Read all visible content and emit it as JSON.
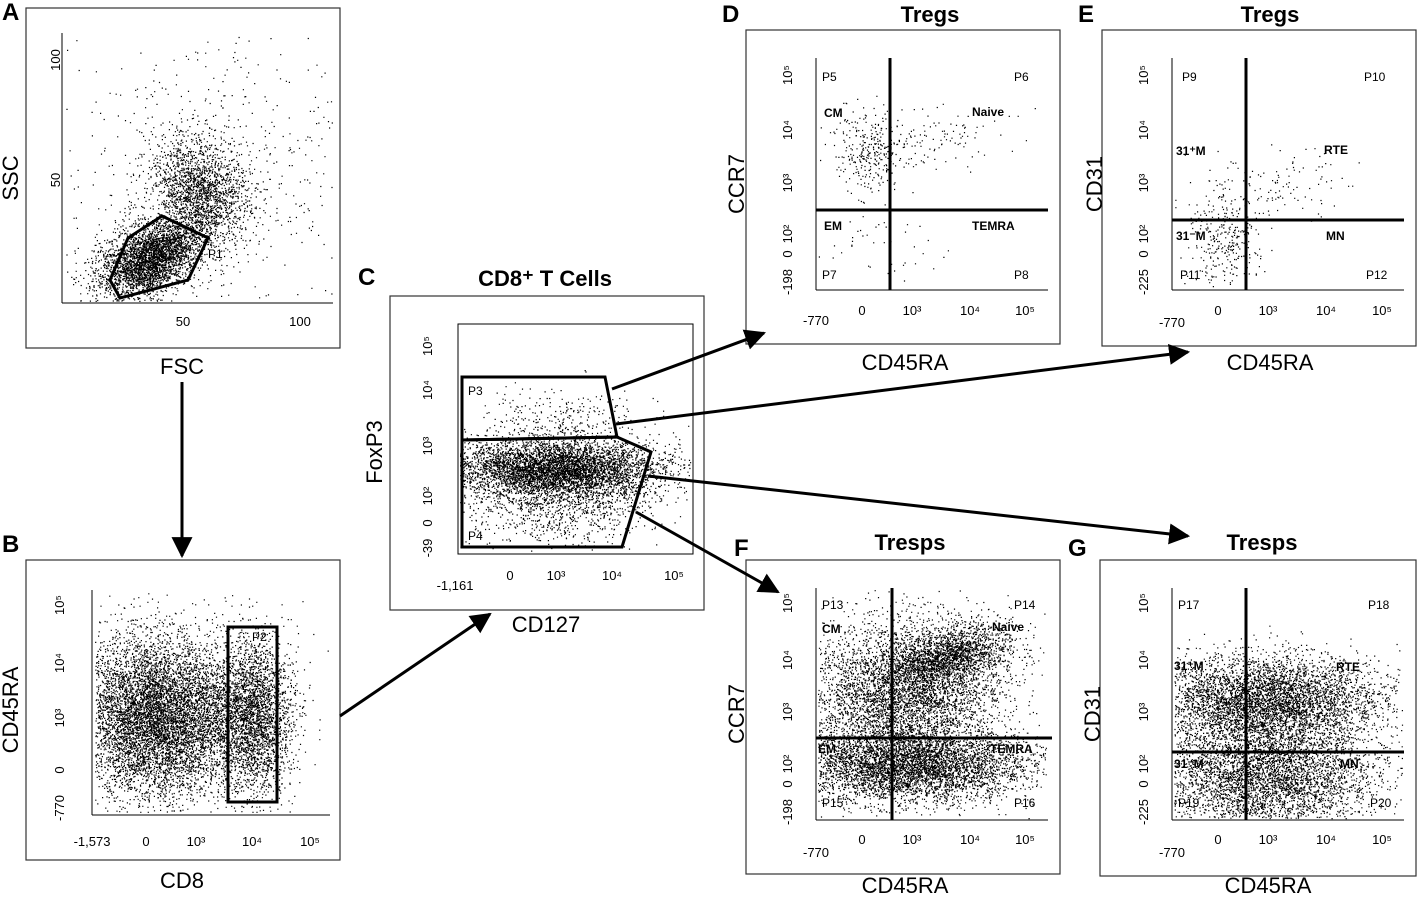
{
  "panels": {
    "A": {
      "letter": "A",
      "xlabel": "FSC",
      "ylabel": "SSC",
      "gate": "P1",
      "xticks": [
        "50",
        "100"
      ],
      "yticks": [
        "100",
        "50"
      ]
    },
    "B": {
      "letter": "B",
      "xlabel": "CD8",
      "ylabel": "CD45RA",
      "gate": "P2",
      "xticks": [
        "-1,573",
        "0",
        "10³",
        "10⁴",
        "10⁵"
      ],
      "yticks": [
        "10⁵",
        "10⁴",
        "10³",
        "0",
        "-770"
      ]
    },
    "C": {
      "letter": "C",
      "title": "CD8⁺ T Cells",
      "xlabel": "CD127",
      "ylabel": "FoxP3",
      "gates": [
        "P3",
        "P4"
      ],
      "xticks": [
        "-1,161",
        "0",
        "10³",
        "10⁴",
        "10⁵"
      ],
      "yticks": [
        "10⁵",
        "10⁴",
        "10³",
        "10²",
        "0",
        "-39"
      ]
    },
    "D": {
      "letter": "D",
      "title": "Tregs",
      "xlabel": "CD45RA",
      "ylabel": "CCR7",
      "quadrants": [
        "P5",
        "P6",
        "P7",
        "P8"
      ],
      "populations": [
        "CM",
        "Naive",
        "EM",
        "TEMRA"
      ],
      "xticks": [
        "-770",
        "0",
        "10³",
        "10⁴",
        "10⁵"
      ],
      "yticks": [
        "10⁵",
        "10⁴",
        "10³",
        "10²",
        "0",
        "-198"
      ]
    },
    "E": {
      "letter": "E",
      "title": "Tregs",
      "xlabel": "CD45RA",
      "ylabel": "CD31",
      "quadrants": [
        "P9",
        "P10",
        "P11",
        "P12"
      ],
      "populations": [
        "31⁺M",
        "RTE",
        "31⁻M",
        "MN"
      ],
      "xticks": [
        "-770",
        "0",
        "10³",
        "10⁴",
        "10⁵"
      ],
      "yticks": [
        "10⁵",
        "10⁴",
        "10³",
        "10²",
        "0",
        "-225"
      ]
    },
    "F": {
      "letter": "F",
      "title": "Tresps",
      "xlabel": "CD45RA",
      "ylabel": "CCR7",
      "quadrants": [
        "P13",
        "P14",
        "P15",
        "P16"
      ],
      "populations": [
        "CM",
        "Naive",
        "EM",
        "TEMRA"
      ],
      "xticks": [
        "-770",
        "0",
        "10³",
        "10⁴",
        "10⁵"
      ],
      "yticks": [
        "10⁵",
        "10⁴",
        "10³",
        "10²",
        "0",
        "-198"
      ]
    },
    "G": {
      "letter": "G",
      "title": "Tresps",
      "xlabel": "CD45RA",
      "ylabel": "CD31",
      "quadrants": [
        "P17",
        "P18",
        "P19",
        "P20"
      ],
      "populations": [
        "31⁺M",
        "RTE",
        "31⁻M",
        "MN"
      ],
      "xticks": [
        "-770",
        "0",
        "10³",
        "10⁴",
        "10⁵"
      ],
      "yticks": [
        "10⁵",
        "10⁴",
        "10³",
        "10²",
        "0",
        "-225"
      ]
    }
  },
  "colors": {
    "ink": "#000000",
    "frame": "#333333",
    "background": "#ffffff"
  }
}
